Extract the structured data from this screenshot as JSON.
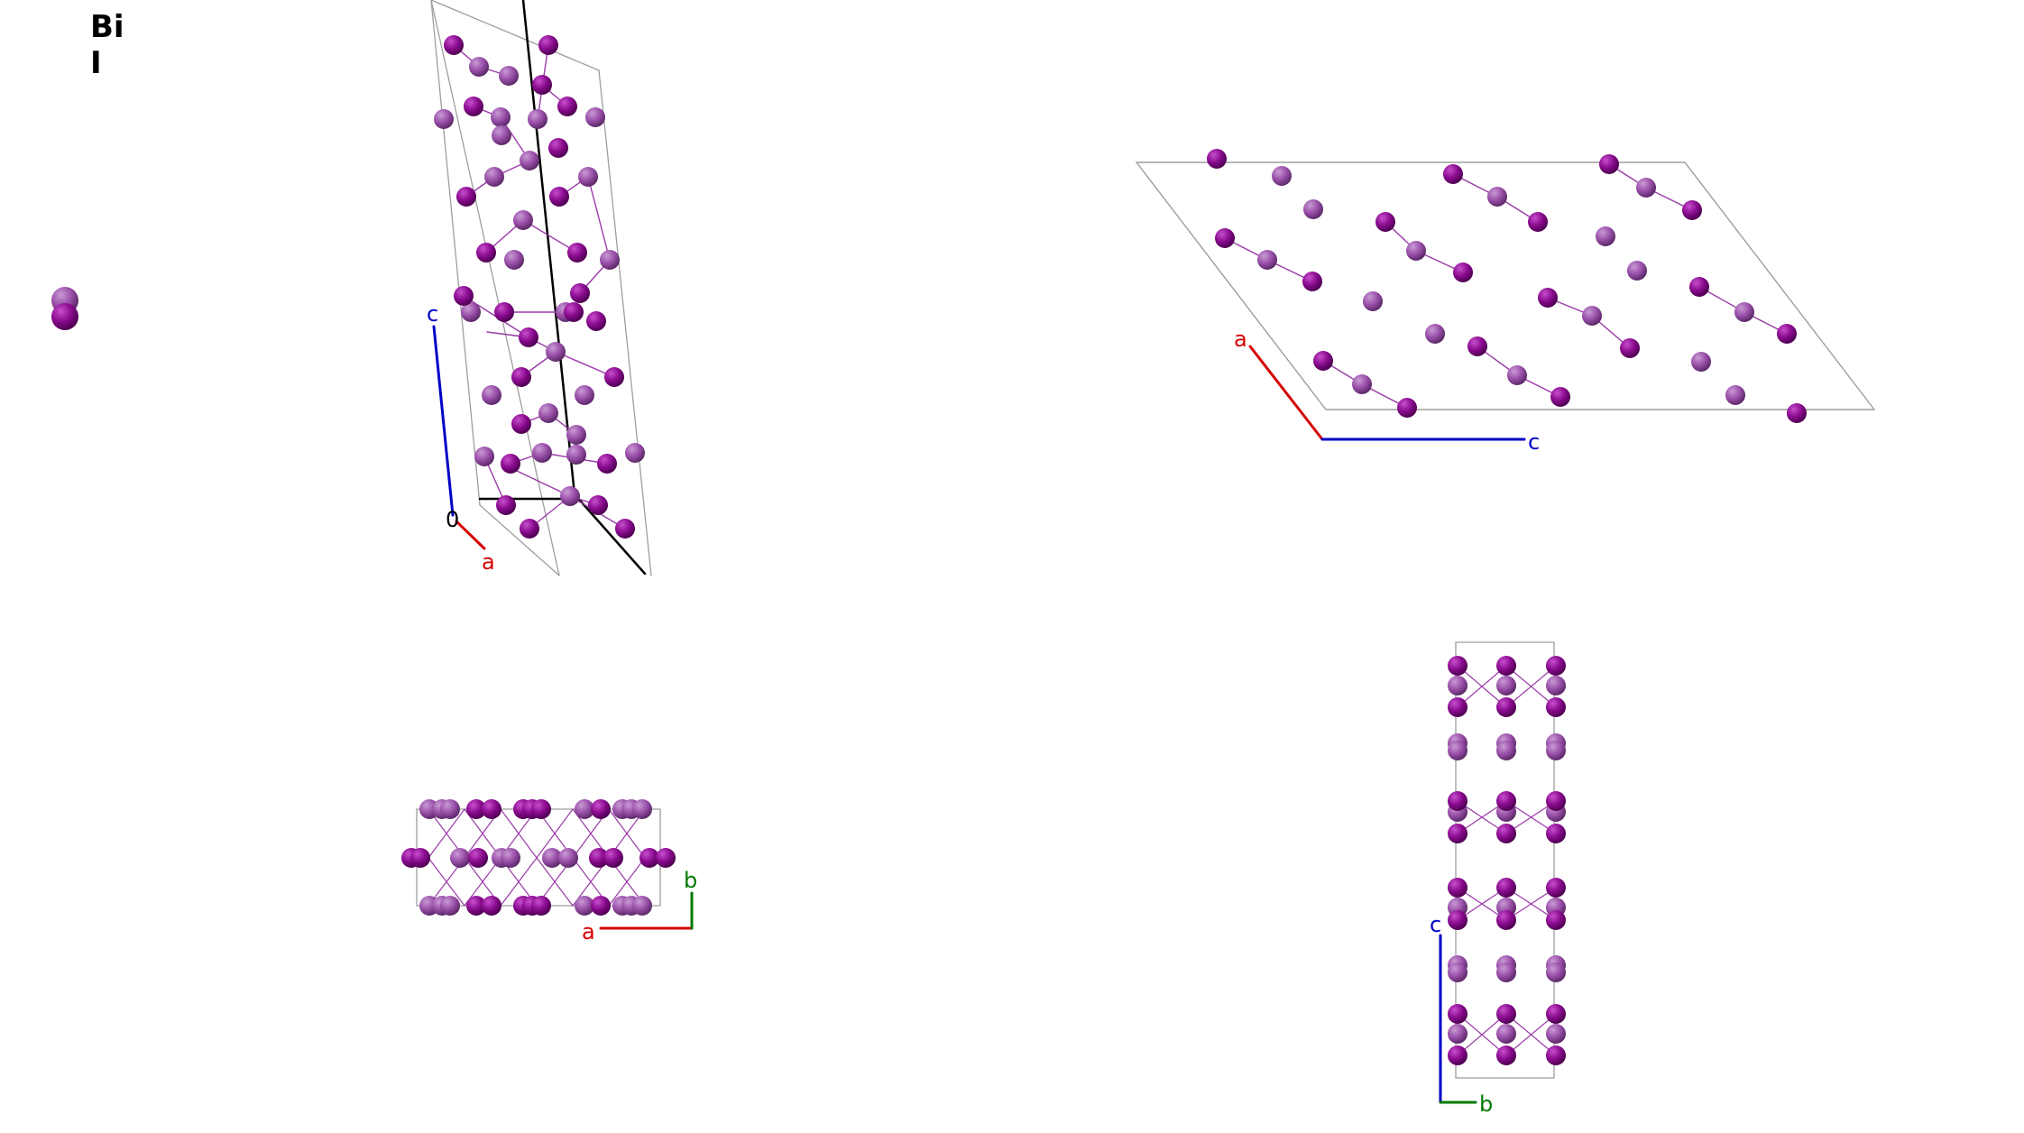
{
  "legend": {
    "elements": [
      {
        "symbol": "Bi",
        "color": "#8a0b8f"
      },
      {
        "symbol": "I",
        "color": "#9a50aa"
      }
    ]
  },
  "colors": {
    "bi_atom": "#8a0b8f",
    "i_atom": "#9a50aa",
    "bond": "#9a3aa8",
    "cell_edge": "#9e9e9e",
    "axis_a": "#d40000",
    "axis_b": "#007a00",
    "axis_c": "#0000c8",
    "axis_origin": "#000000"
  },
  "panels": [
    {
      "name": "perspective-view",
      "axes": [
        {
          "label": "c",
          "color": "#0000c8"
        },
        {
          "label": "a",
          "color": "#d40000"
        },
        {
          "label": "0",
          "color": "#000000"
        }
      ]
    },
    {
      "name": "view-along-b",
      "axes": [
        {
          "label": "a",
          "color": "#d40000"
        },
        {
          "label": "c",
          "color": "#0000c8"
        }
      ]
    },
    {
      "name": "view-along-c",
      "axes": [
        {
          "label": "a",
          "color": "#d40000"
        },
        {
          "label": "b",
          "color": "#007a00"
        }
      ]
    },
    {
      "name": "view-along-a",
      "axes": [
        {
          "label": "c",
          "color": "#0000c8"
        },
        {
          "label": "b",
          "color": "#007a00"
        }
      ]
    }
  ]
}
